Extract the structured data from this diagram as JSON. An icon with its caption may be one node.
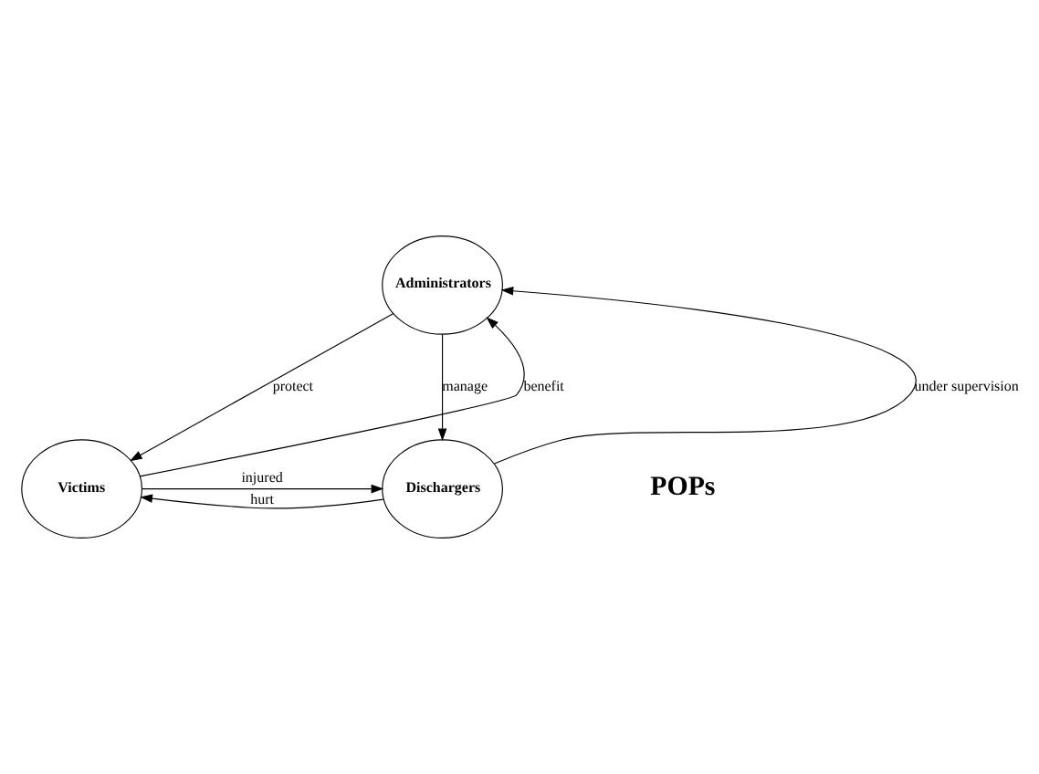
{
  "diagram": {
    "nodes": [
      {
        "text": [
          "Administrators"
        ]
      },
      {
        "text": [
          "Victims"
        ]
      },
      {
        "text": [
          "Dischargers"
        ]
      }
    ],
    "edges": [
      {
        "from": 1,
        "to": 0,
        "arrow": "to",
        "label": "benefit"
      },
      {
        "from": 0,
        "to": 1,
        "arrow": "to",
        "label": "protect"
      },
      {
        "from": 0,
        "to": 2,
        "arrow": "to",
        "label": "manage"
      },
      {
        "from": 2,
        "to": 0,
        "arrow": "to",
        "label": "under supervision"
      },
      {
        "from": 1,
        "to": 2,
        "arrow": "to",
        "label": "injured"
      },
      {
        "from": 2,
        "to": 1,
        "arrow": "to",
        "label": "hurt"
      }
    ],
    "labels": [
      "POPs"
    ]
  }
}
